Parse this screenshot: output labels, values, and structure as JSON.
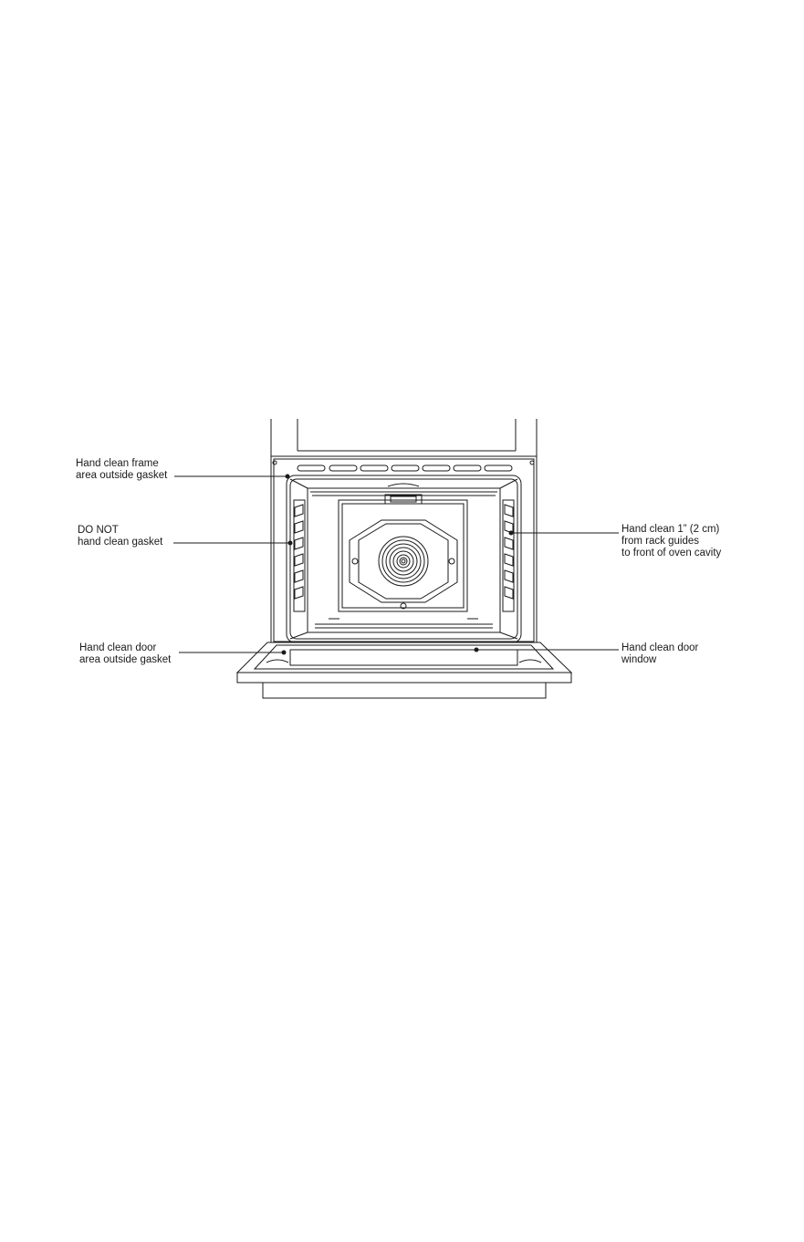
{
  "callouts": {
    "frame": {
      "line1": "Hand clean frame",
      "line2": "area outside gasket"
    },
    "gasket": {
      "line1": "DO NOT",
      "line2": "hand clean gasket"
    },
    "door": {
      "line1": "Hand clean door",
      "line2": "area outside gasket"
    },
    "rack": {
      "line1": "Hand clean 1” (2 cm)",
      "line2": "from rack guides",
      "line3": "to front of oven cavity"
    },
    "window": {
      "line1": "Hand clean door",
      "line2": "window"
    }
  },
  "colors": {
    "stroke": "#1a1a1a",
    "background": "#ffffff"
  }
}
